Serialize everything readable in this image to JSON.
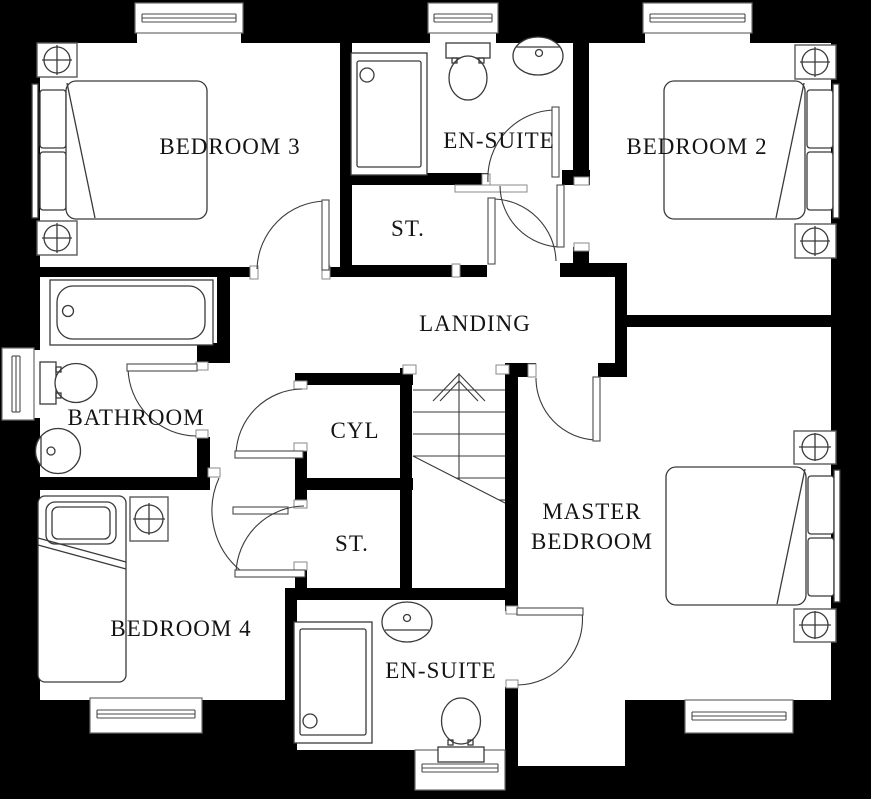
{
  "plan_type": "floor-plan",
  "rooms": {
    "bedroom3": {
      "label": "BEDROOM 3"
    },
    "ensuite_top": {
      "label": "EN-SUITE"
    },
    "bedroom2": {
      "label": "BEDROOM 2"
    },
    "st_top": {
      "label": "ST."
    },
    "landing": {
      "label": "LANDING"
    },
    "bathroom": {
      "label": "BATHROOM"
    },
    "cyl": {
      "label": "CYL"
    },
    "st_bottom": {
      "label": "ST."
    },
    "master": {
      "label_line1": "MASTER",
      "label_line2": "BEDROOM"
    },
    "bedroom4": {
      "label": "BEDROOM 4"
    },
    "ensuite_bottom": {
      "label": "EN-SUITE"
    }
  },
  "fixtures": [
    "double-bed-bedroom3",
    "double-bed-bedroom2",
    "double-bed-master",
    "single-bed-bedroom4",
    "bath-tub",
    "shower-tray-ensuite-top",
    "shower-tray-ensuite-bottom",
    "toilet-bathroom",
    "toilet-ensuite-top",
    "toilet-ensuite-bottom",
    "basin-bathroom",
    "basin-ensuite-top",
    "basin-ensuite-bottom",
    "staircase",
    "radiator-x6",
    "window-x7"
  ],
  "colors": {
    "background": "#000000",
    "wall": "#000000",
    "floor": "#ffffff",
    "fixture_line": "#3a3a3a",
    "label_text": "#141414"
  }
}
